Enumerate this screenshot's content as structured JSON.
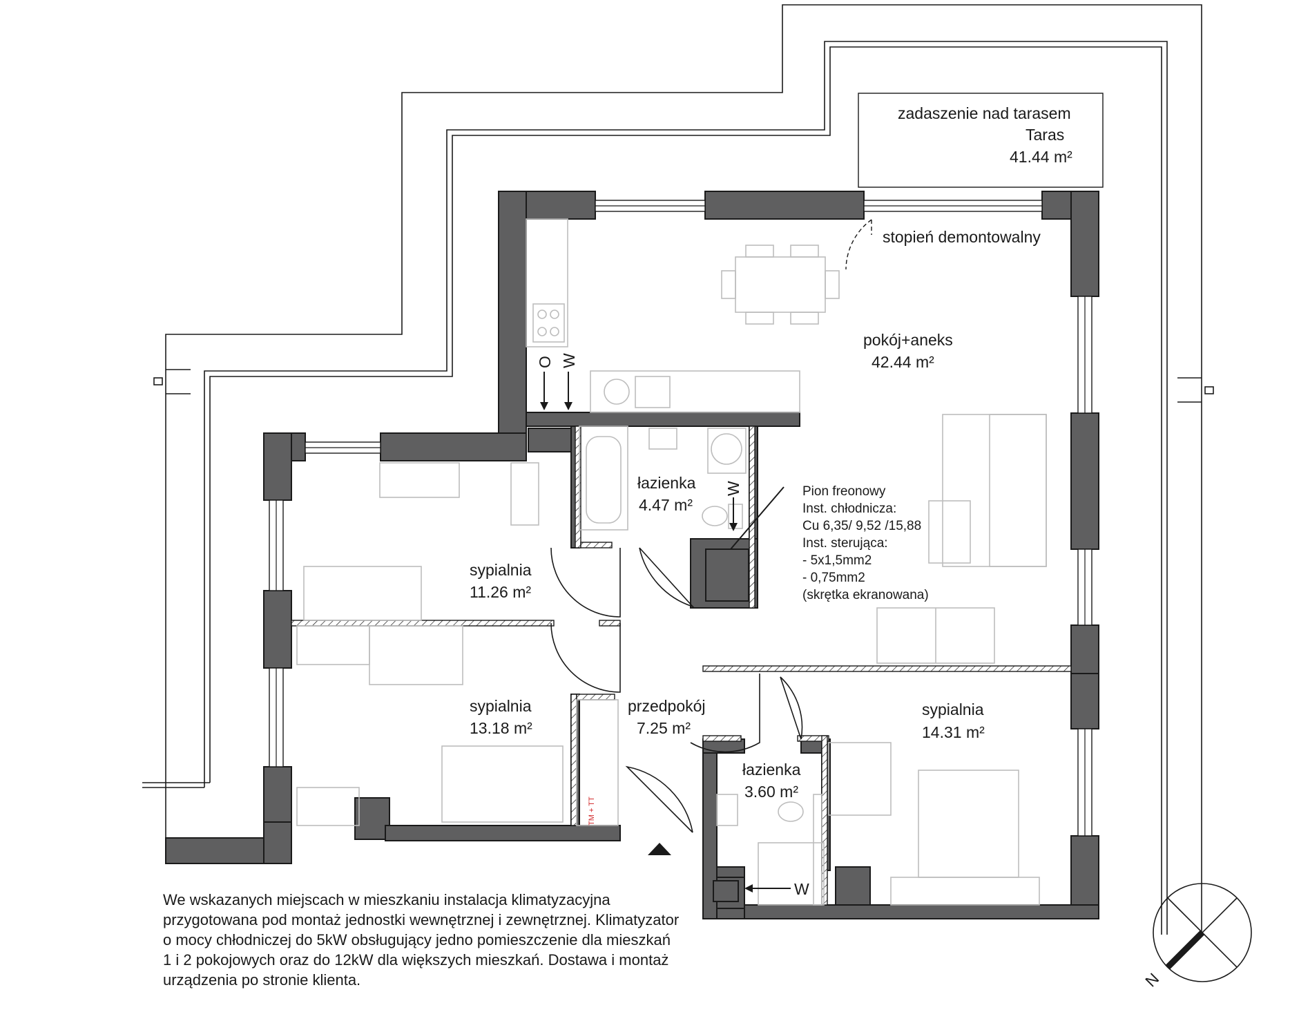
{
  "rooms": {
    "terrace_roof": "zadaszenie nad tarasem",
    "terrace_name": "Taras",
    "terrace_area": "41.44 m²",
    "removable_step": "stopień demontowalny",
    "living_name": "pokój+aneks",
    "living_area": "42.44 m²",
    "bath1_name": "łazienka",
    "bath1_area": "4.47 m²",
    "bed1_name": "sypialnia",
    "bed1_area": "11.26 m²",
    "bed2_name": "sypialnia",
    "bed2_area": "13.18 m²",
    "hall_name": "przedpokój",
    "hall_area": "7.25 m²",
    "bath2_name": "łazienka",
    "bath2_area": "3.60 m²",
    "bed3_name": "sypialnia",
    "bed3_area": "14.31 m²"
  },
  "installation": {
    "lines": [
      "Pion freonowy",
      "Inst. chłodnicza:",
      "Cu 6,35/ 9,52 /15,88",
      "Inst. sterująca:",
      "- 5x1,5mm2",
      "- 0,75mm2",
      "(skrętka ekranowana)"
    ]
  },
  "markers": {
    "o": "O",
    "w": "W",
    "w_bath1": "W",
    "w_bath2": "W",
    "tm_tt": "TM + TT",
    "north": "N"
  },
  "note": {
    "lines": [
      "We wskazanych miejscach w mieszkaniu instalacja klimatyzacyjna",
      "przygotowana pod montaż jednostki wewnętrznej i zewnętrznej. Klimatyzator",
      "o mocy chłodniczej do 5kW obsługujący jedno pomieszczenie dla mieszkań",
      "1 i 2 pokojowych oraz do 12kW dla większych mieszkań. Dostawa i montaż",
      "urządzenia po stronie klienta."
    ]
  },
  "colors": {
    "wall": "#5f5f60",
    "line": "#1a1a1a",
    "furniture": "#bdbdbd",
    "accent_red": "#d0282a"
  }
}
